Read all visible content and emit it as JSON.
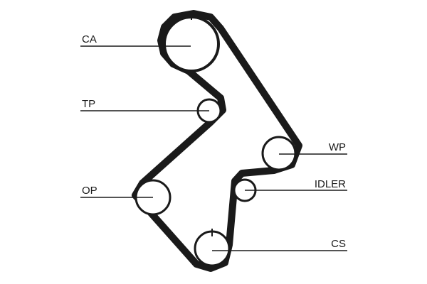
{
  "diagram": {
    "labels": {
      "ca": "CA",
      "tp": "TP",
      "op": "OP",
      "wp": "WP",
      "idler": "IDLER",
      "cs": "CS"
    },
    "colors": {
      "belt": "#1a1a1a",
      "line": "#1a1a1a",
      "background": "#ffffff"
    }
  }
}
